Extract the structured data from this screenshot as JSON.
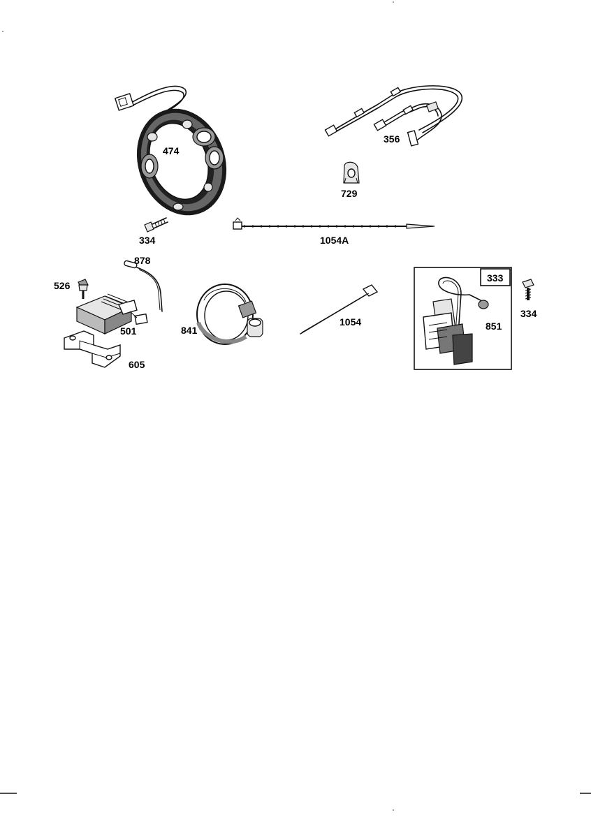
{
  "diagram": {
    "parts": [
      {
        "id": "stator",
        "label": "474"
      },
      {
        "id": "wire-harness",
        "label": "356"
      },
      {
        "id": "grommet",
        "label": "729"
      },
      {
        "id": "screw-left",
        "label": "334"
      },
      {
        "id": "cable-tie-long",
        "label": "1054A"
      },
      {
        "id": "wire-lead",
        "label": "878"
      },
      {
        "id": "screw-regulator",
        "label": "526"
      },
      {
        "id": "regulator",
        "label": "501"
      },
      {
        "id": "bracket",
        "label": "605"
      },
      {
        "id": "hose-clamp",
        "label": "841"
      },
      {
        "id": "cable-tie",
        "label": "1054"
      },
      {
        "id": "armature-kit",
        "label": "333"
      },
      {
        "id": "armature",
        "label": "851"
      },
      {
        "id": "screw-right",
        "label": "334"
      }
    ]
  }
}
